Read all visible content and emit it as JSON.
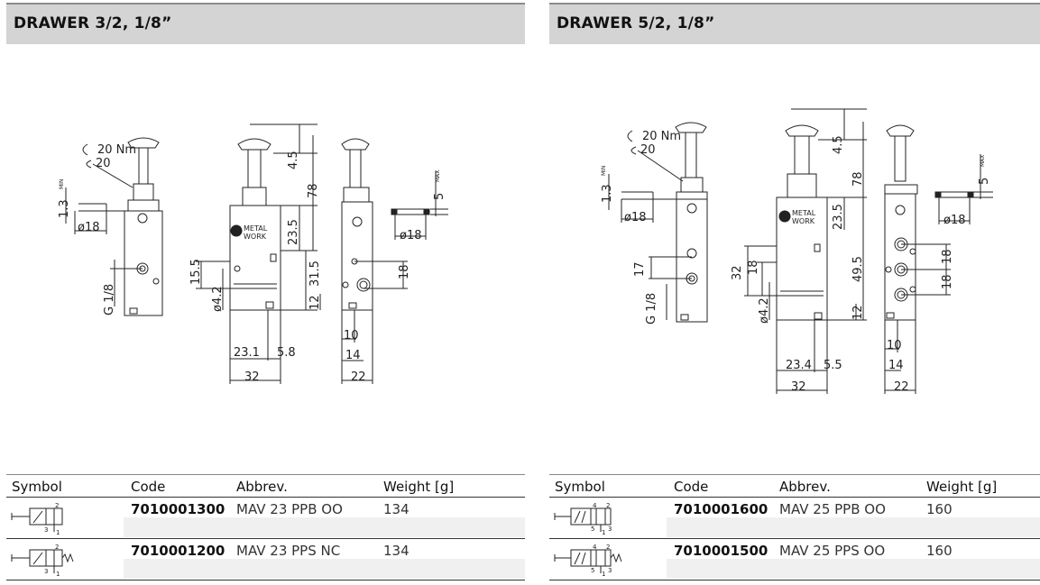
{
  "left": {
    "title": "DRAWER 3/2, 1/8”",
    "table": {
      "headers": [
        "Symbol",
        "Code",
        "Abbrev.",
        "Weight [g]"
      ],
      "rows": [
        {
          "code": "7010001300",
          "abbrev": "MAV 23 PPB OO",
          "weight": "134",
          "symbol_ports": [
            "2",
            "3",
            "1"
          ]
        },
        {
          "code": "7010001200",
          "abbrev": "MAV 23 PPS NC",
          "weight": "134",
          "symbol_ports": [
            "2",
            "3",
            "1"
          ]
        }
      ]
    },
    "dims": {
      "torque": "20 Nm",
      "wrench": "20",
      "d18": "ø18",
      "d18b": "ø18",
      "t13": "1.3",
      "g18": "G 1/8",
      "h45": "4.5",
      "h78": "78",
      "h235": "23.5",
      "h155": "15.5",
      "h315": "31.5",
      "h12": "12",
      "d42": "ø4.2",
      "w231": "23.1",
      "w58": "5.8",
      "w32": "32",
      "w10": "10",
      "w14": "14",
      "w22": "22",
      "h18": "18",
      "h5": "5",
      "min": "MIN",
      "max": "MAX",
      "logo1": "METAL",
      "logo2": "WORK"
    }
  },
  "right": {
    "title": "DRAWER 5/2, 1/8”",
    "table": {
      "headers": [
        "Symbol",
        "Code",
        "Abbrev.",
        "Weight [g]"
      ],
      "rows": [
        {
          "code": "7010001600",
          "abbrev": "MAV 25 PPB OO",
          "weight": "160",
          "symbol_ports": [
            "4",
            "2",
            "5",
            "1",
            "3"
          ]
        },
        {
          "code": "7010001500",
          "abbrev": "MAV 25 PPS OO",
          "weight": "160",
          "symbol_ports": [
            "4",
            "2",
            "5",
            "1",
            "3"
          ]
        }
      ]
    },
    "dims": {
      "torque": "20 Nm",
      "wrench": "20",
      "d18": "ø18",
      "d18b": "ø18",
      "t13": "1.3",
      "g18": "G 1/8",
      "h17": "17",
      "h45": "4.5",
      "h78": "78",
      "h235": "23.5",
      "h32": "32",
      "h18a": "18",
      "h495": "49.5",
      "h12": "12",
      "d42": "ø4.2",
      "w234": "23.4",
      "w55": "5.5",
      "w32": "32",
      "w10": "10",
      "w14": "14",
      "w22": "22",
      "h18b": "18",
      "h18c": "18",
      "h5": "5",
      "min": "MIN",
      "max": "MAX",
      "logo1": "METAL",
      "logo2": "WORK"
    }
  }
}
